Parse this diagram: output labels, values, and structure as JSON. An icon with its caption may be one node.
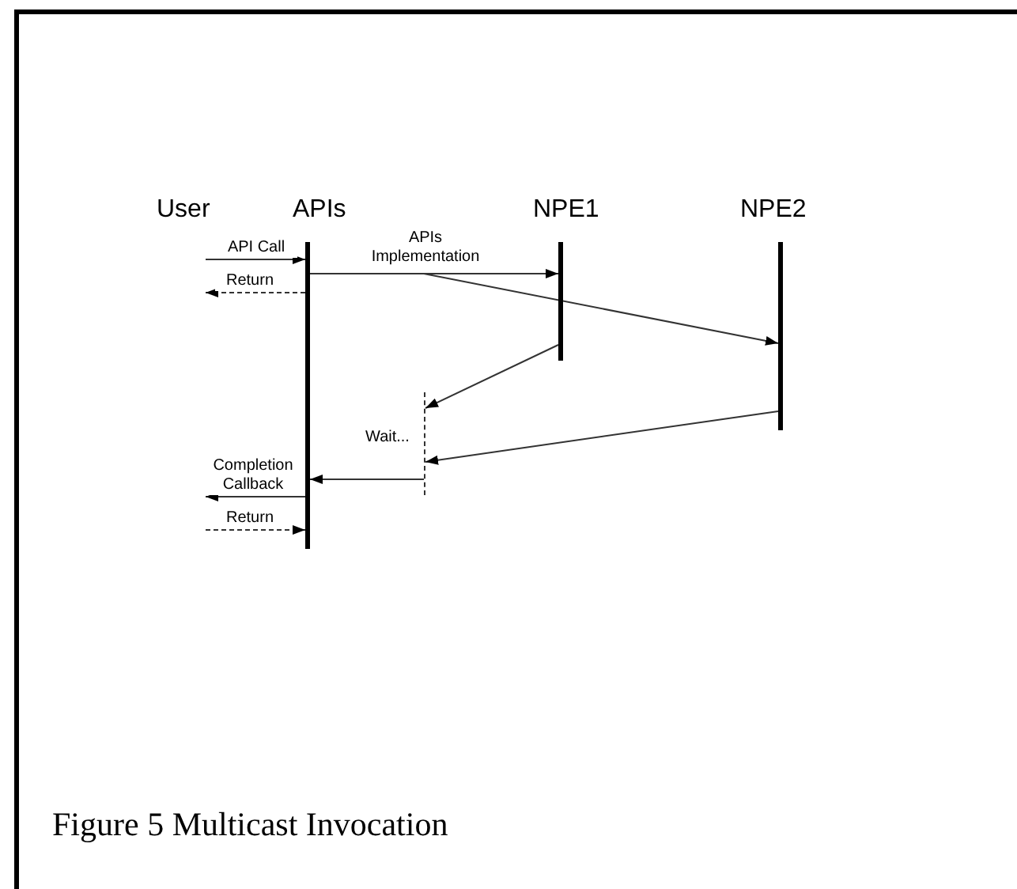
{
  "diagram": {
    "caption": "Figure 5 Multicast Invocation",
    "nodes": [
      {
        "text": [
          "APIs"
        ]
      },
      {
        "text": [
          "NPE1"
        ]
      },
      {
        "text": [
          "NPE2"
        ]
      },
      {
        "text": [],
        "shape": "bar",
        "beside": [
          "Wait..."
        ]
      }
    ],
    "edges": [
      {
        "from": null,
        "to": 0,
        "arrow": "to",
        "label": "API Call"
      },
      {
        "from": 0,
        "to": null,
        "arrow": "to",
        "label": "Return",
        "style": "dashed"
      },
      {
        "from": 0,
        "to": 1,
        "arrow": "to",
        "label": "APIs Implementation"
      },
      {
        "from": 0,
        "to": 2,
        "arrow": "to"
      },
      {
        "from": 1,
        "to": 3,
        "arrow": "to"
      },
      {
        "from": 2,
        "to": 3,
        "arrow": "to"
      },
      {
        "from": 3,
        "to": 0,
        "arrow": "to"
      },
      {
        "from": 0,
        "to": null,
        "arrow": "to",
        "label": "Completion Callback"
      },
      {
        "from": null,
        "to": 0,
        "arrow": "to",
        "label": "Return",
        "style": "dashed"
      }
    ],
    "labels": [
      "User"
    ]
  }
}
